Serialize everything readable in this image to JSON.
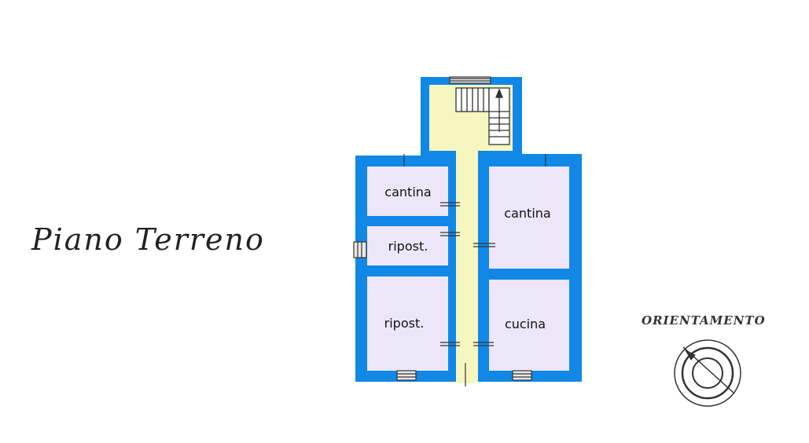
{
  "title": "Piano Terreno",
  "orientation_label": "ORIENTAMENTO",
  "rooms": [
    {
      "id": "cantina-left",
      "label": "cantina"
    },
    {
      "id": "ripost-small",
      "label": "ripost."
    },
    {
      "id": "ripost-large",
      "label": "ripost."
    },
    {
      "id": "cantina-right",
      "label": "cantina"
    },
    {
      "id": "cucina",
      "label": "cucina"
    }
  ],
  "colors": {
    "wall": "#1187e6",
    "room_fill": "#ece6f8",
    "corridor_fill": "#f6f6c0",
    "line": "#333333"
  }
}
